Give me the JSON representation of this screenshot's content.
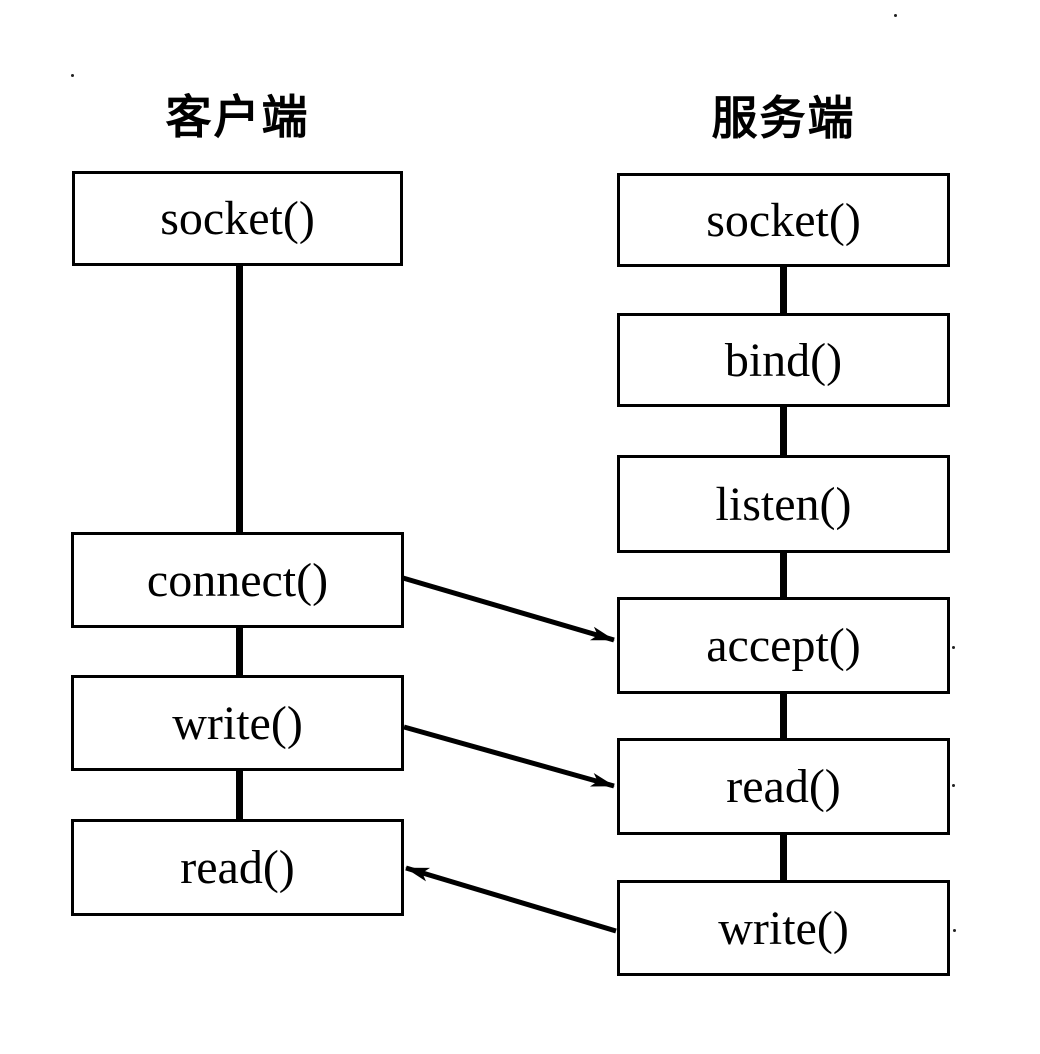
{
  "diagram": {
    "type": "client-server-socket-flow",
    "colors": {
      "background": "#ffffff",
      "line": "#000000",
      "box_border": "#000000",
      "box_fill": "#ffffff",
      "text": "#000000"
    },
    "client": {
      "title": "客户端",
      "boxes": [
        {
          "label": "socket()"
        },
        {
          "label": "connect()"
        },
        {
          "label": "write()"
        },
        {
          "label": "read()"
        }
      ]
    },
    "server": {
      "title": "服务端",
      "boxes": [
        {
          "label": "socket()"
        },
        {
          "label": "bind()"
        },
        {
          "label": "listen()"
        },
        {
          "label": "accept()"
        },
        {
          "label": "read()"
        },
        {
          "label": "write()"
        }
      ]
    },
    "arrows": [
      {
        "from": "client.connect()",
        "to": "server.accept()",
        "direction": "right-down"
      },
      {
        "from": "client.write()",
        "to": "server.read()",
        "direction": "right-down"
      },
      {
        "from": "server.write()",
        "to": "client.read()",
        "direction": "left-up"
      }
    ]
  }
}
